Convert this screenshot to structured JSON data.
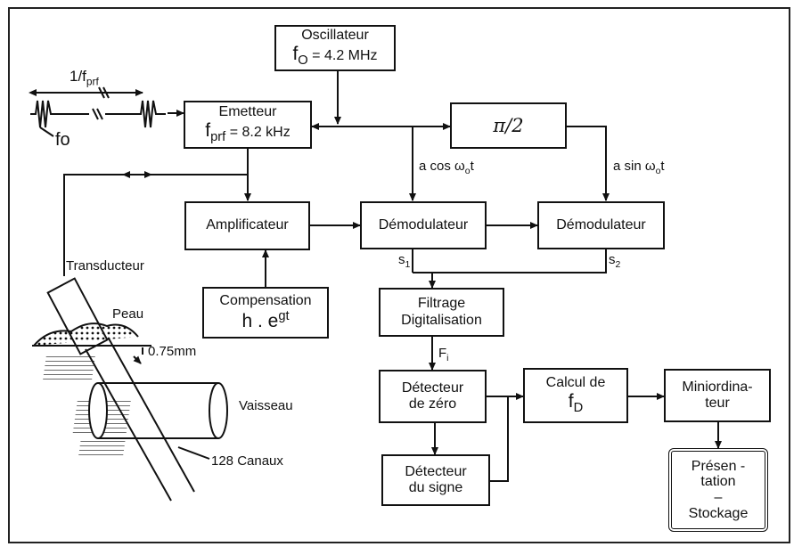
{
  "blocks": {
    "oscillateur": {
      "line1": "Oscillateur",
      "line2": "f",
      "line2_sub": "O",
      "line2_rest": " = 4.2 MHz"
    },
    "emetteur": {
      "line1": "Emetteur",
      "line2": "f",
      "line2_sub": "prf",
      "line2_rest": " = 8.2 kHz"
    },
    "phase": {
      "label": "π/2"
    },
    "amplificateur": {
      "label": "Amplificateur"
    },
    "demod1": {
      "label": "Démodulateur"
    },
    "demod2": {
      "label": "Démodulateur"
    },
    "compensation": {
      "line1": "Compensation",
      "line2": "h . e",
      "line2_sup": "gt"
    },
    "filtrage": {
      "line1": "Filtrage",
      "line2": "Digitalisation"
    },
    "detecteur_zero": {
      "line1": "Détecteur",
      "line2": "de zéro"
    },
    "calcul": {
      "line1": "Calcul de",
      "line2": "f",
      "line2_sub": "D"
    },
    "mini": {
      "line1": "Miniordina-",
      "line2": "teur"
    },
    "detecteur_signe": {
      "line1": "Détecteur",
      "line2": "du signe"
    },
    "presentation": {
      "line1": "Présen -",
      "line2": "tation",
      "line3": "–",
      "line4": "Stockage"
    }
  },
  "labels": {
    "prf_period": "1/f",
    "prf_period_sub": "prf",
    "fo": "fo",
    "cos": "a  cos ω",
    "cos_sub": "o",
    "cos_rest": "t",
    "sin": "a  sin ω",
    "sin_sub": "o",
    "sin_rest": "t",
    "s1": "s",
    "s1_sub": "1",
    "s2": "s",
    "s2_sub": "2",
    "fi": "F",
    "fi_sub": "i",
    "transducteur": "Transducteur",
    "peau": "Peau",
    "depth": "0.75mm",
    "vaisseau": "Vaisseau",
    "canaux": "128 Canaux"
  }
}
